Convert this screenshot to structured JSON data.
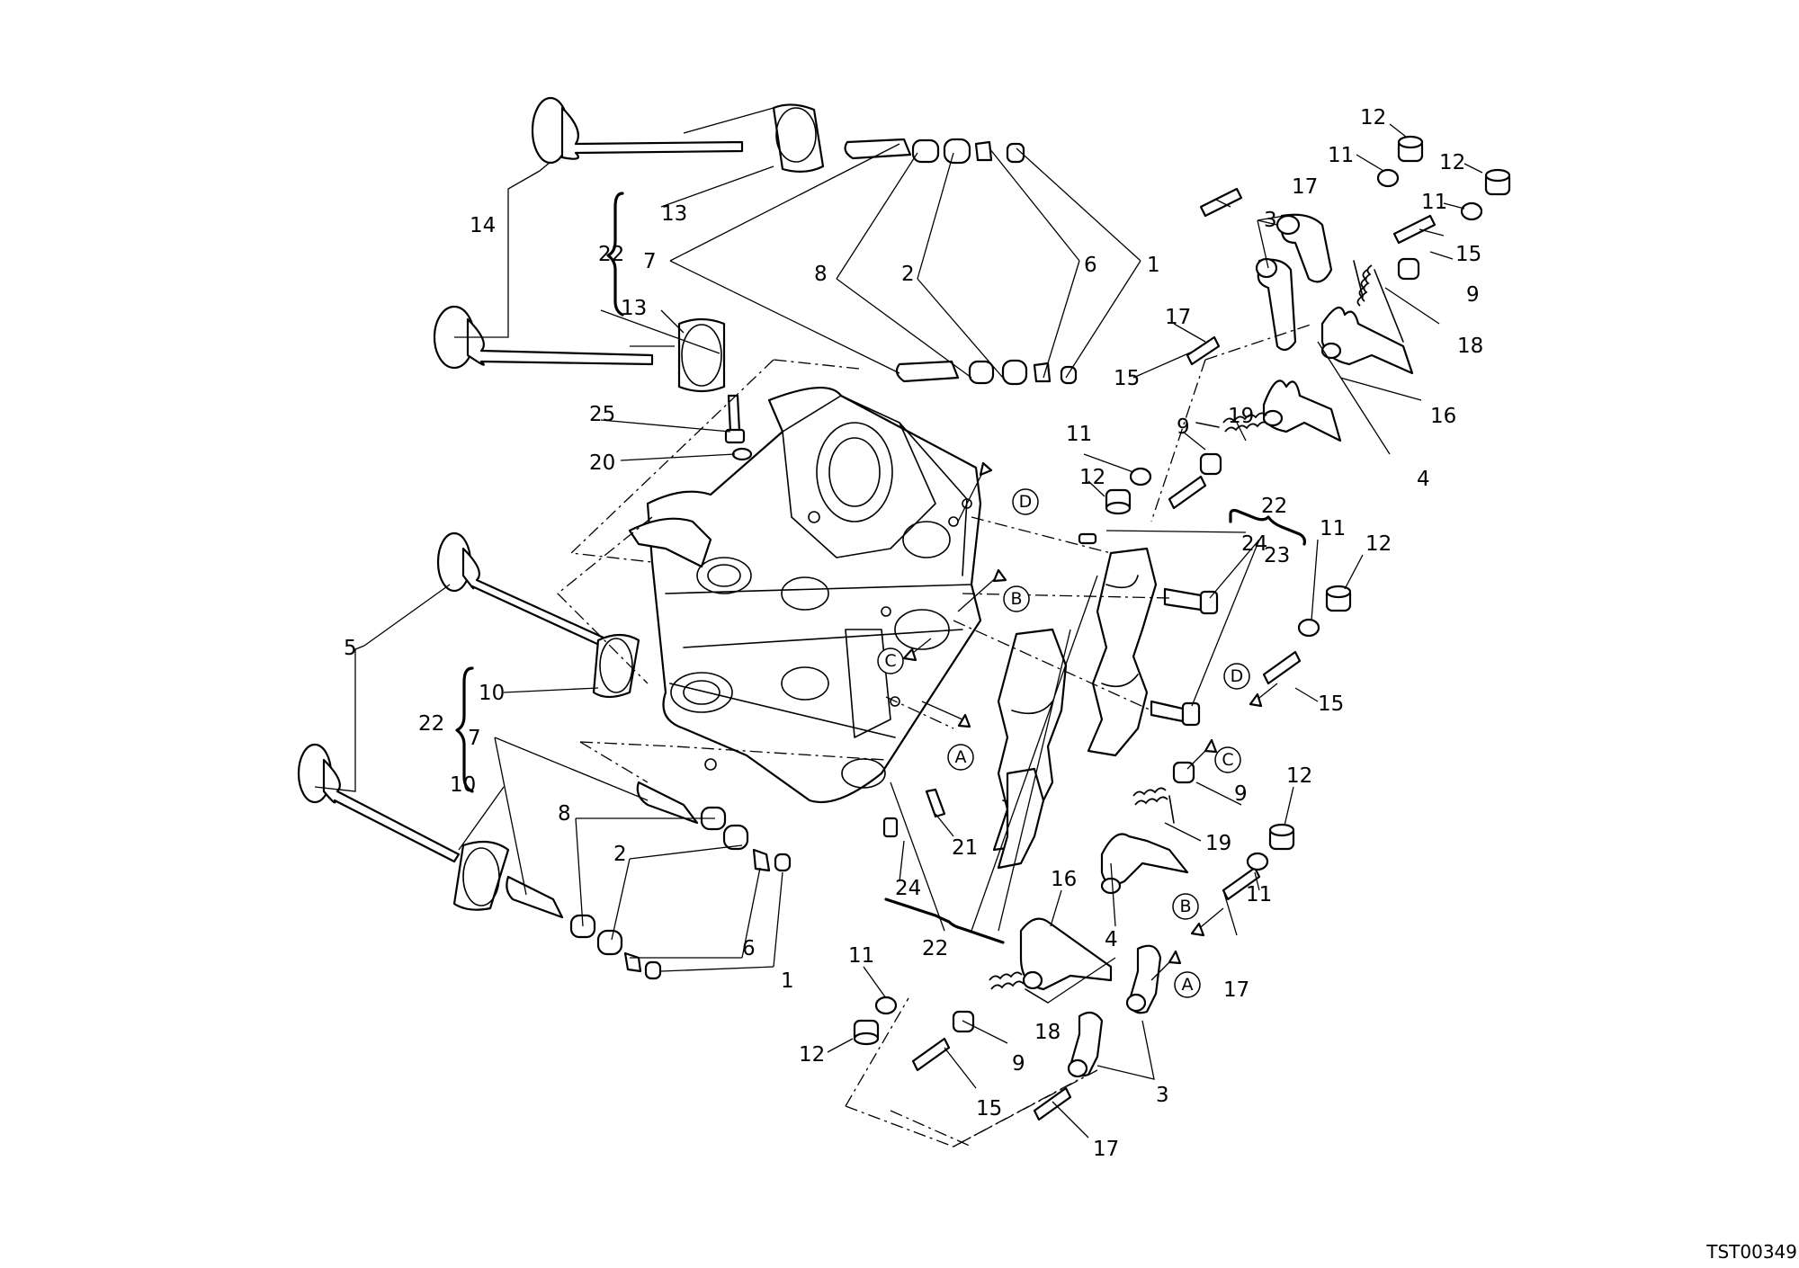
{
  "drawing_code": "TST00349",
  "circled_letters": [
    "D",
    "B",
    "C",
    "A",
    "D",
    "C",
    "B",
    "A"
  ],
  "callouts": {
    "n1": "1",
    "n2": "2",
    "n3": "3",
    "n4": "4",
    "n5": "5",
    "n6": "6",
    "n7": "7",
    "n8": "8",
    "n9": "9",
    "n10": "10",
    "n11": "11",
    "n12": "12",
    "n13": "13",
    "n14": "14",
    "n15": "15",
    "n16": "16",
    "n17": "17",
    "n18": "18",
    "n19": "19",
    "n20": "20",
    "n21": "21",
    "n22": "22",
    "n23": "23",
    "n24": "24",
    "n25": "25"
  }
}
